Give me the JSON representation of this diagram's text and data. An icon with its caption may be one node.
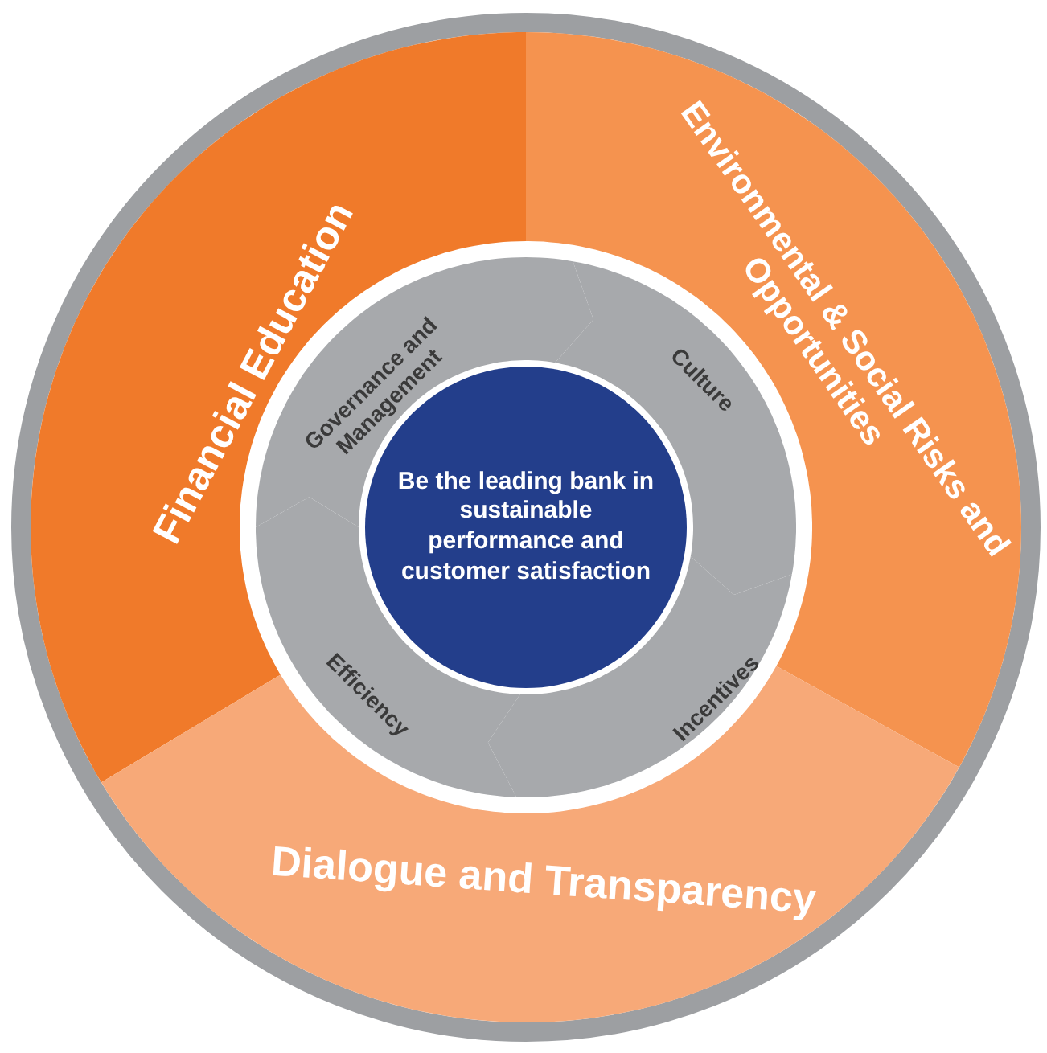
{
  "diagram": {
    "nodes": [
      {
        "text": [
          "Financial Education"
        ]
      },
      {
        "text": [
          "Environmental & Social Risks and Opportunities"
        ]
      },
      {
        "text": [
          "Dialogue and Transparency"
        ]
      },
      {
        "text": [
          "Governance and Management"
        ]
      },
      {
        "text": [
          "Culture"
        ]
      },
      {
        "text": [
          "Efficiency"
        ]
      },
      {
        "text": [
          "Incentives"
        ]
      },
      {
        "text": [
          "Be the leading bank in sustainable performance and customer satisfaction"
        ]
      }
    ]
  }
}
